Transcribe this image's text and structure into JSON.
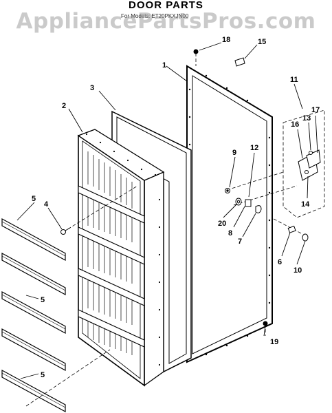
{
  "header": {
    "title": "DOOR PARTS",
    "subtitle": "For Models: ET20PKXJN00"
  },
  "watermark": "AppliancePartsPros.com",
  "callouts": {
    "c1": "1",
    "c2": "2",
    "c3": "3",
    "c4": "4",
    "c5a": "5",
    "c5b": "5",
    "c5c": "5",
    "c6": "6",
    "c7": "7",
    "c8": "8",
    "c9": "9",
    "c10": "10",
    "c11": "11",
    "c12": "12",
    "c13": "13",
    "c14": "14",
    "c15": "15",
    "c16": "16",
    "c17": "17",
    "c18": "18",
    "c19": "19",
    "c20": "20"
  }
}
